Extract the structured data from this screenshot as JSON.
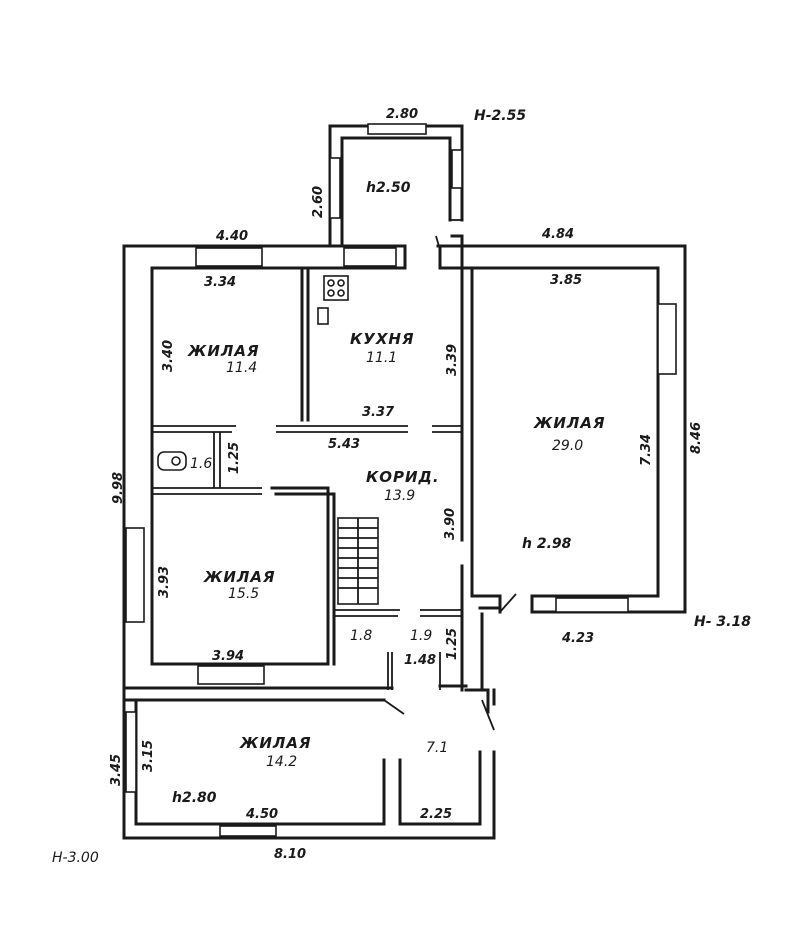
{
  "rooms": {
    "living_nw": {
      "name": "ЖИЛАЯ",
      "area": "11.4"
    },
    "kitchen": {
      "name": "КУХНЯ",
      "area": "11.1"
    },
    "living_e": {
      "name": "ЖИЛАЯ",
      "area": "29.0"
    },
    "corridor": {
      "name": "КОРИД.",
      "area": "13.9"
    },
    "living_w": {
      "name": "ЖИЛАЯ",
      "area": "15.5"
    },
    "living_s": {
      "name": "ЖИЛАЯ",
      "area": "14.2"
    },
    "bath": {
      "area": "1.6"
    },
    "small_a": {
      "area": "1.8"
    },
    "small_b": {
      "area": "1.9"
    },
    "south_e": {
      "area": "7.1"
    }
  },
  "heights": {
    "annex": "h2.50",
    "east": "h 2.98",
    "south": "h2.80",
    "h_top": "H-2.55",
    "h_right": "H- 3.18",
    "h_bottom": "H-3.00"
  },
  "dimensions": {
    "annex_w": "2.80",
    "annex_h": "2.60",
    "top_left": "4.40",
    "top_right": "4.84",
    "nw_inner_w": "3.34",
    "nw_inner_h": "3.40",
    "kitchen_h": "3.39",
    "kitchen_w": "3.37",
    "east_inner_w": "3.85",
    "east_inner_h": "7.34",
    "east_outer_h": "8.46",
    "corridor_len": "5.43",
    "bath_side": "1.25",
    "left_outer": "9.98",
    "corridor_wall": "3.90",
    "west_h": "3.93",
    "west_w": "3.94",
    "small_side": "1.25",
    "small_w": "1.48",
    "east_bottom": "4.23",
    "south_outer_h": "3.45",
    "south_inner_h": "3.15",
    "south_inner_w": "4.50",
    "south_e_w": "2.25",
    "bottom_total": "8.10"
  }
}
